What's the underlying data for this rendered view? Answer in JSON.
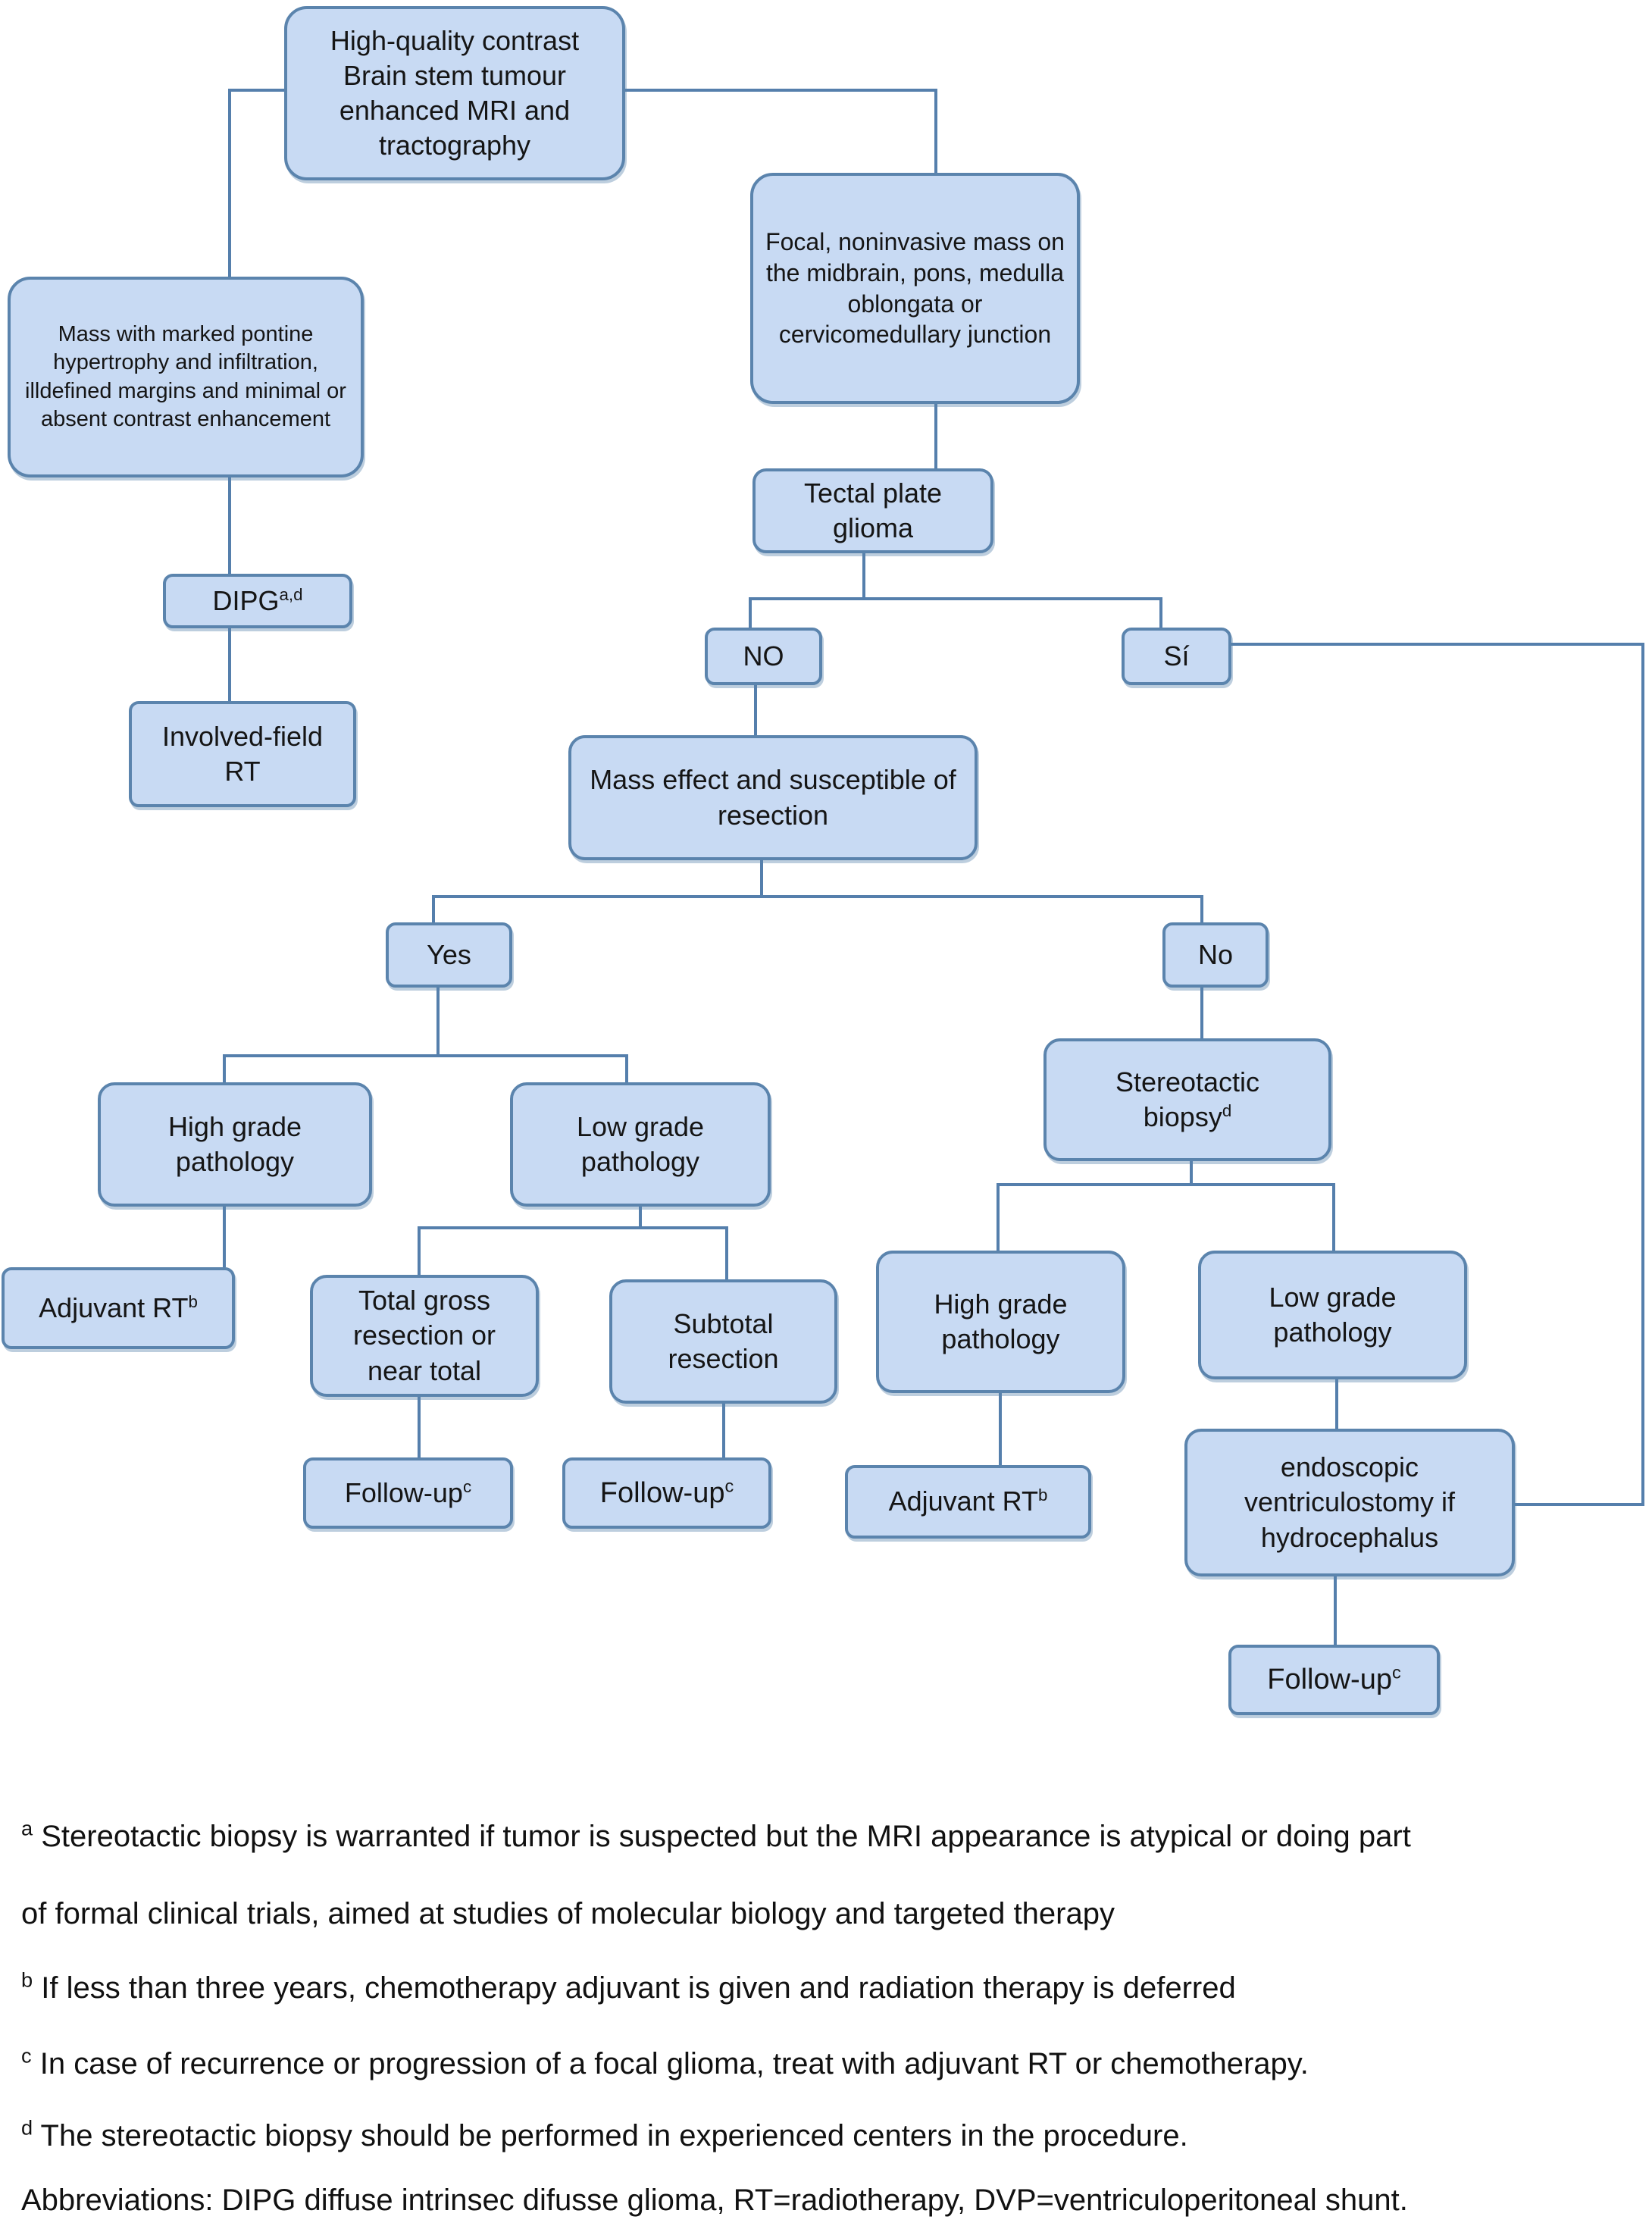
{
  "nodes": {
    "mri": {
      "label": "High-quality contrast Brain stem tumour enhanced MRI and tractography"
    },
    "mass_pontine": {
      "label": "Mass with marked pontine hypertrophy and infiltration, illdefined margins and minimal or absent contrast enhancement"
    },
    "focal_mass": {
      "label": "Focal, noninvasive mass on the midbrain, pons, medulla oblongata or cervicomedullary junction"
    },
    "tectal": {
      "label": "Tectal plate glioma"
    },
    "dipg": {
      "label": "DIPG",
      "sup": "a,d"
    },
    "involved_rt": {
      "label": "Involved-field RT"
    },
    "no_upper": {
      "label": "NO"
    },
    "si": {
      "label": "Sí"
    },
    "mass_effect": {
      "label": "Mass effect and susceptible of resection"
    },
    "yes": {
      "label": "Yes"
    },
    "no_lower": {
      "label": "No"
    },
    "high_grade_left": {
      "label": "High grade pathology"
    },
    "low_grade_left": {
      "label": "Low grade pathology"
    },
    "stereotactic": {
      "label": "Stereotactic biopsy",
      "sup": "d"
    },
    "adjuvant_left": {
      "label": "Adjuvant RT",
      "sup": "b"
    },
    "total_gross": {
      "label": "Total gross resection or near total"
    },
    "subtotal": {
      "label": "Subtotal resection"
    },
    "high_grade_right": {
      "label": "High grade pathology"
    },
    "low_grade_right": {
      "label": "Low grade pathology"
    },
    "adjuvant_right": {
      "label": "Adjuvant RT",
      "sup": "b"
    },
    "endoscopic": {
      "label": "endoscopic ventriculostomy if hydrocephalus"
    },
    "followup_total": {
      "label": "Follow-up",
      "sup": "c"
    },
    "followup_subtotal": {
      "label": "Follow-up",
      "sup": "c"
    },
    "followup_endo": {
      "label": "Follow-up",
      "sup": "c"
    }
  },
  "footnotes": [
    {
      "sup": "a",
      "lines": [
        "Stereotactic biopsy is warranted if tumor is suspected but the MRI appearance is atypical or doing part",
        "of formal clinical trials, aimed at studies of molecular biology and targeted therapy"
      ]
    },
    {
      "sup": "b",
      "lines": [
        "If less than three years, chemotherapy adjuvant is given and radiation therapy is deferred"
      ]
    },
    {
      "sup": "c",
      "lines": [
        "In case of recurrence or progression of a focal glioma, treat with adjuvant RT or chemotherapy."
      ]
    },
    {
      "sup": "d",
      "lines": [
        "The stereotactic biopsy should be performed in experienced centers in the procedure."
      ]
    }
  ],
  "abbreviations": "Abbreviations: DIPG diffuse intrinsec difusse glioma, RT=radiotherapy, DVP=ventriculoperitoneal shunt.",
  "colors": {
    "box_fill": "#c8daf3",
    "box_border": "#5b84ad",
    "connector": "#557fac",
    "text": "#151515"
  }
}
